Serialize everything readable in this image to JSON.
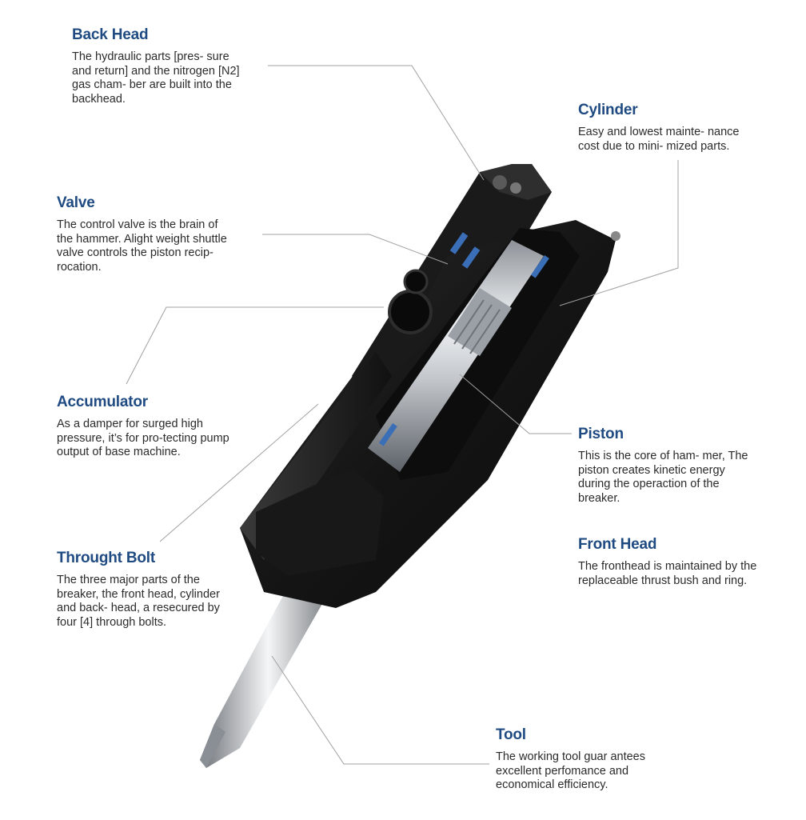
{
  "callouts": {
    "back_head": {
      "title": "Back Head",
      "lines": [
        "The hydraulic parts [pres- sure",
        "and return] and the nitrogen [N2]",
        "gas cham- ber are built into the",
        "backhead."
      ]
    },
    "cylinder": {
      "title": "Cylinder",
      "lines": [
        "Easy and lowest mainte- nance",
        "cost due to mini- mized parts."
      ]
    },
    "valve": {
      "title": "Valve",
      "lines": [
        "The control valve is the brain of",
        "the hammer. Alight weight shuttle",
        "valve controls the piston recip-",
        "rocation."
      ]
    },
    "accumulator": {
      "title": "Accumulator",
      "lines": [
        "As a damper for surged high",
        "pressure, it’s for pro-tecting pump",
        "output of base machine."
      ]
    },
    "piston": {
      "title": "Piston",
      "lines": [
        "This is the core of ham- mer, The",
        "piston creates kinetic energy",
        "during the operaction of the",
        "breaker."
      ]
    },
    "front_head": {
      "title": "Front Head",
      "lines": [
        "The fronthead is maintained by the",
        "replaceable thrust bush and ring."
      ]
    },
    "throught_bolt": {
      "title": "Throught Bolt",
      "lines": [
        "The three major parts of the",
        "breaker, the front head, cylinder",
        "and back- head, a resecured by",
        "four [4] through bolts."
      ]
    },
    "tool": {
      "title": "Tool",
      "lines": [
        "The working tool guar antees",
        "excellent perfomance and",
        "economical efficiency."
      ]
    }
  },
  "colors": {
    "title": "#1f4b82",
    "body": "#2b2b2b",
    "leader": "#a0a0a0",
    "body_dark": "#1b1b1b",
    "accent_blue": "#3a6fb8",
    "steel": "#c9ccd0"
  }
}
